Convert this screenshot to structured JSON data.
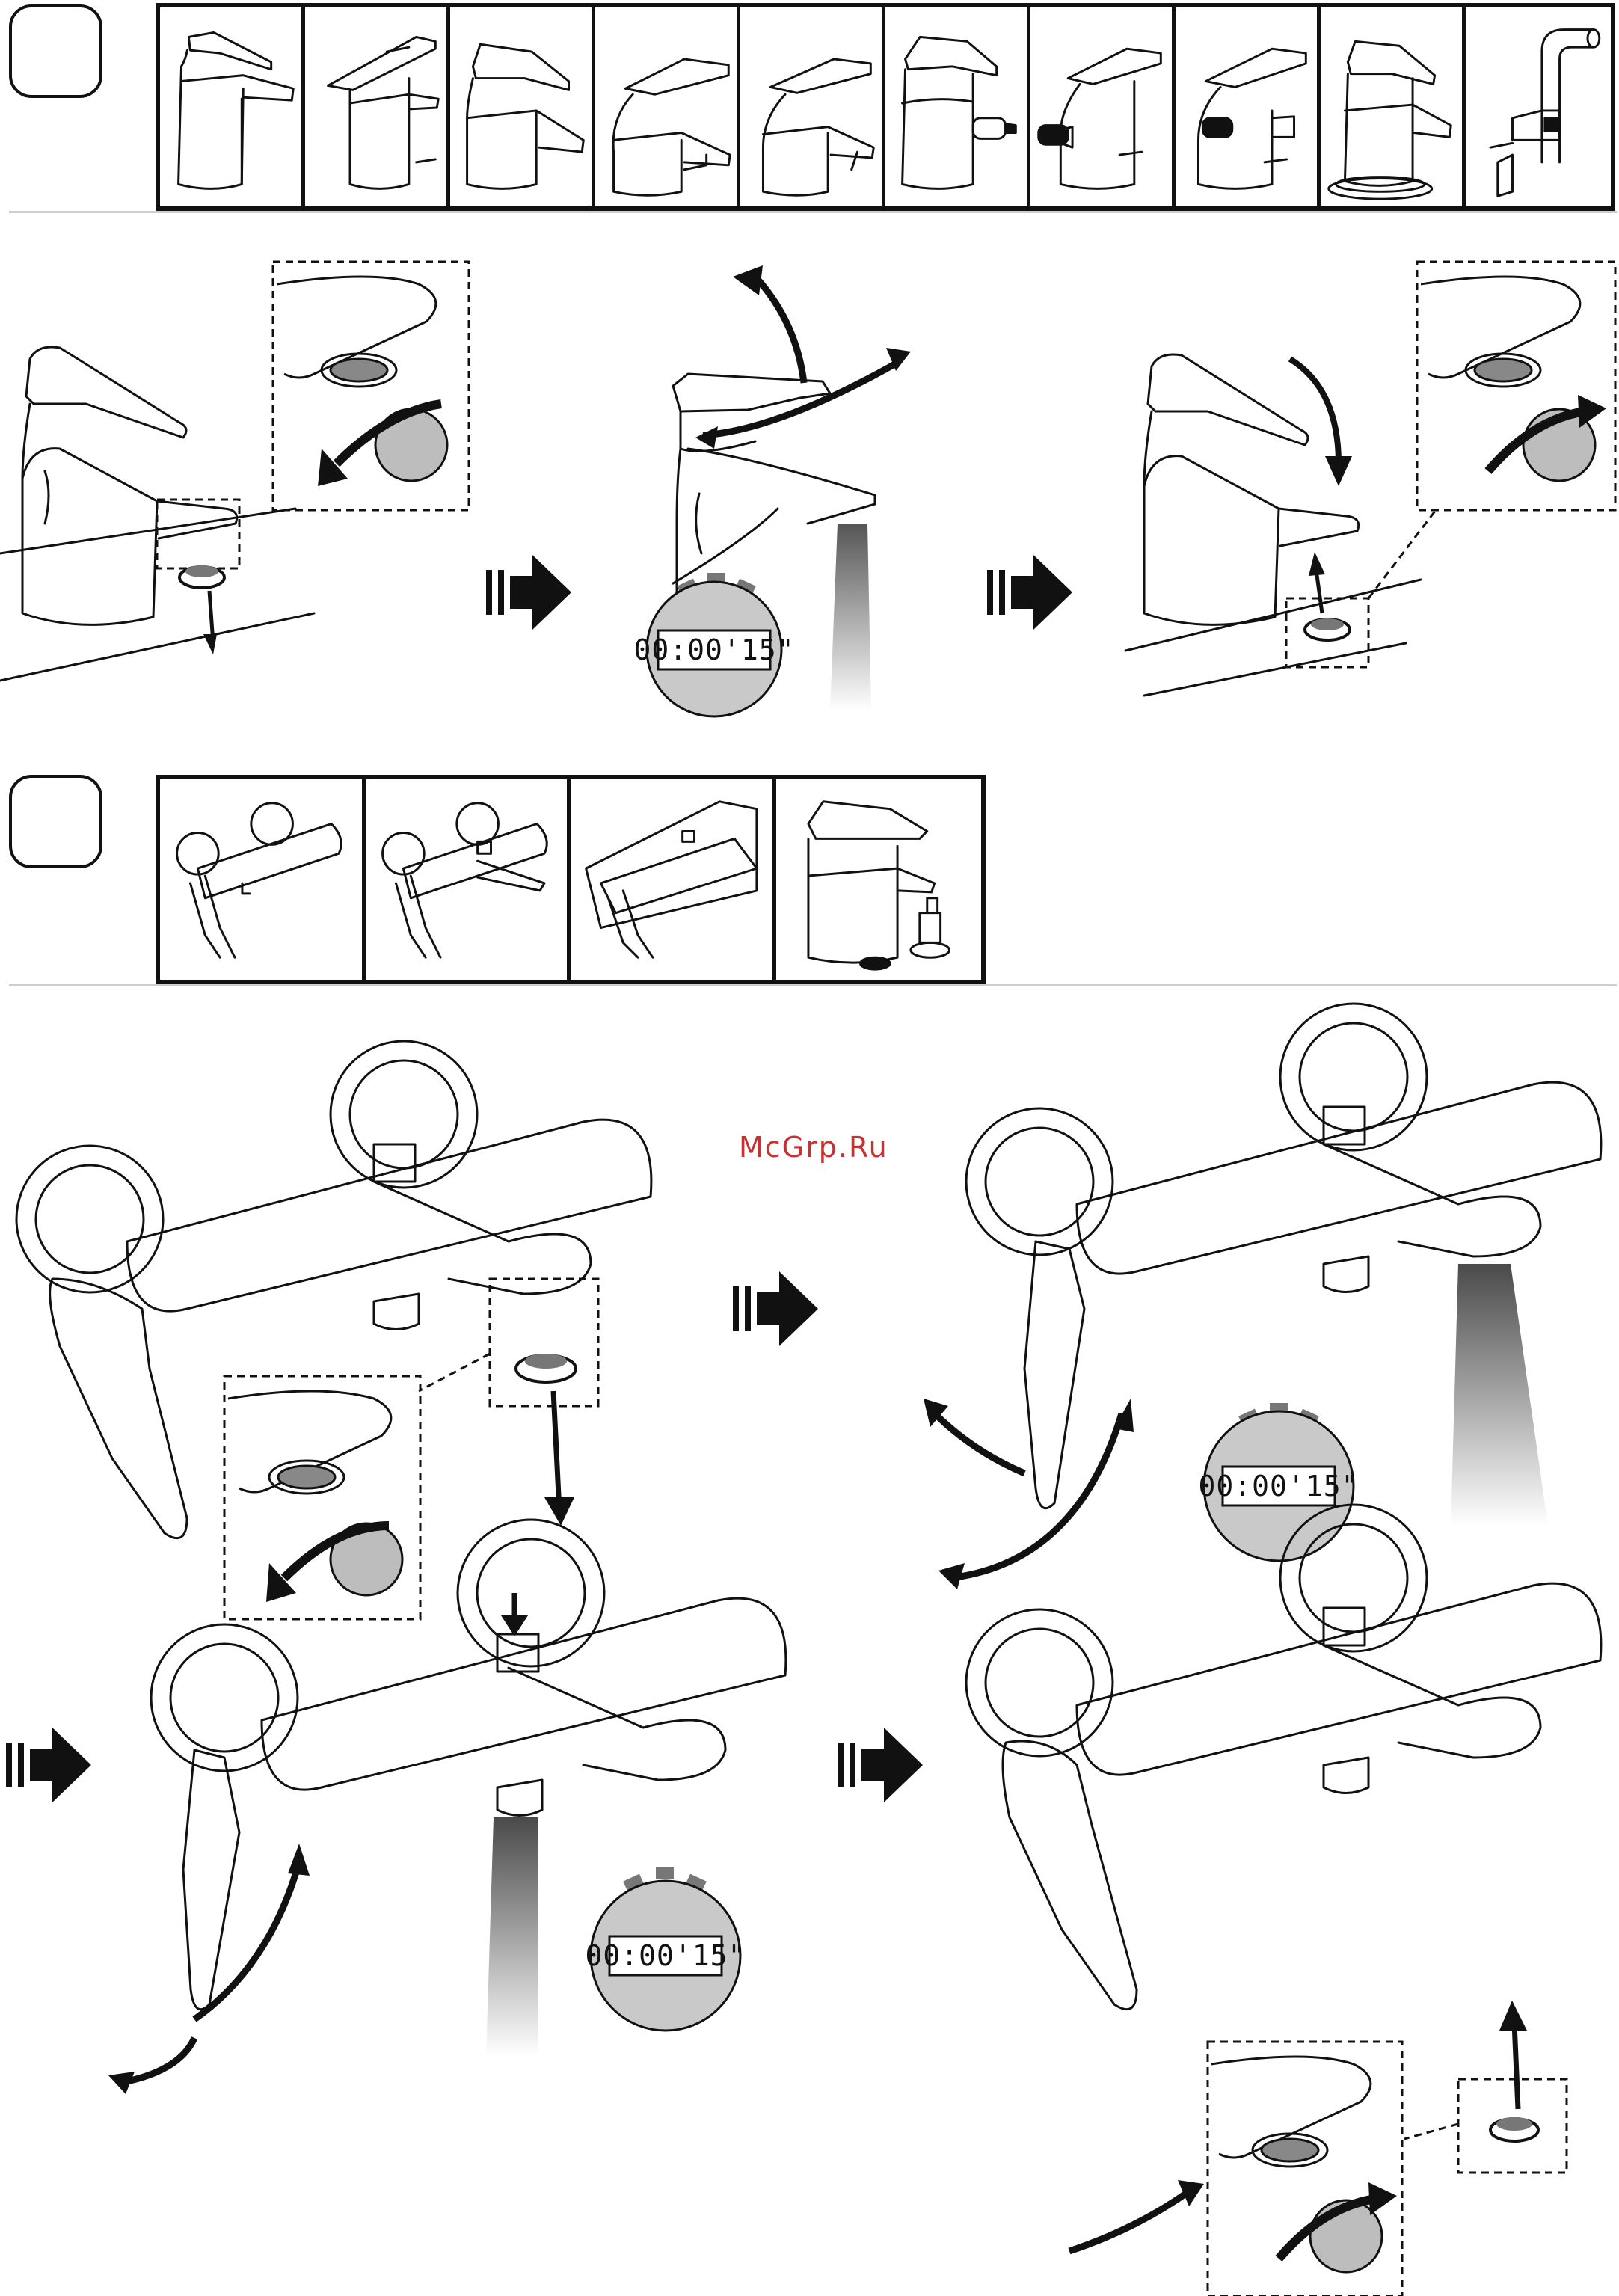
{
  "watermark": "McGrp.Ru",
  "timer_display": "00:00'15\"",
  "section_1": {
    "variants": [
      "basin-mixer-tall",
      "basin-mixer-tall-pop-up",
      "basin-mixer-small",
      "basin-mixer-wide-pop-up",
      "basin-mixer-pop-up",
      "bidet-mixer",
      "bidet-mixer-pop-up-a",
      "bidet-mixer-pop-up-b",
      "basin-mixer-base-ring",
      "basin-mixer-swivel-spout"
    ]
  },
  "section_2": {
    "variants": [
      "shower-mixer-exposed",
      "bath-mixer-exposed",
      "bath-mixer-cover",
      "bath-rim-mixer"
    ]
  },
  "colors": {
    "ink": "#111111",
    "watermark": "#c8312f",
    "rule": "#cfcfcf"
  }
}
